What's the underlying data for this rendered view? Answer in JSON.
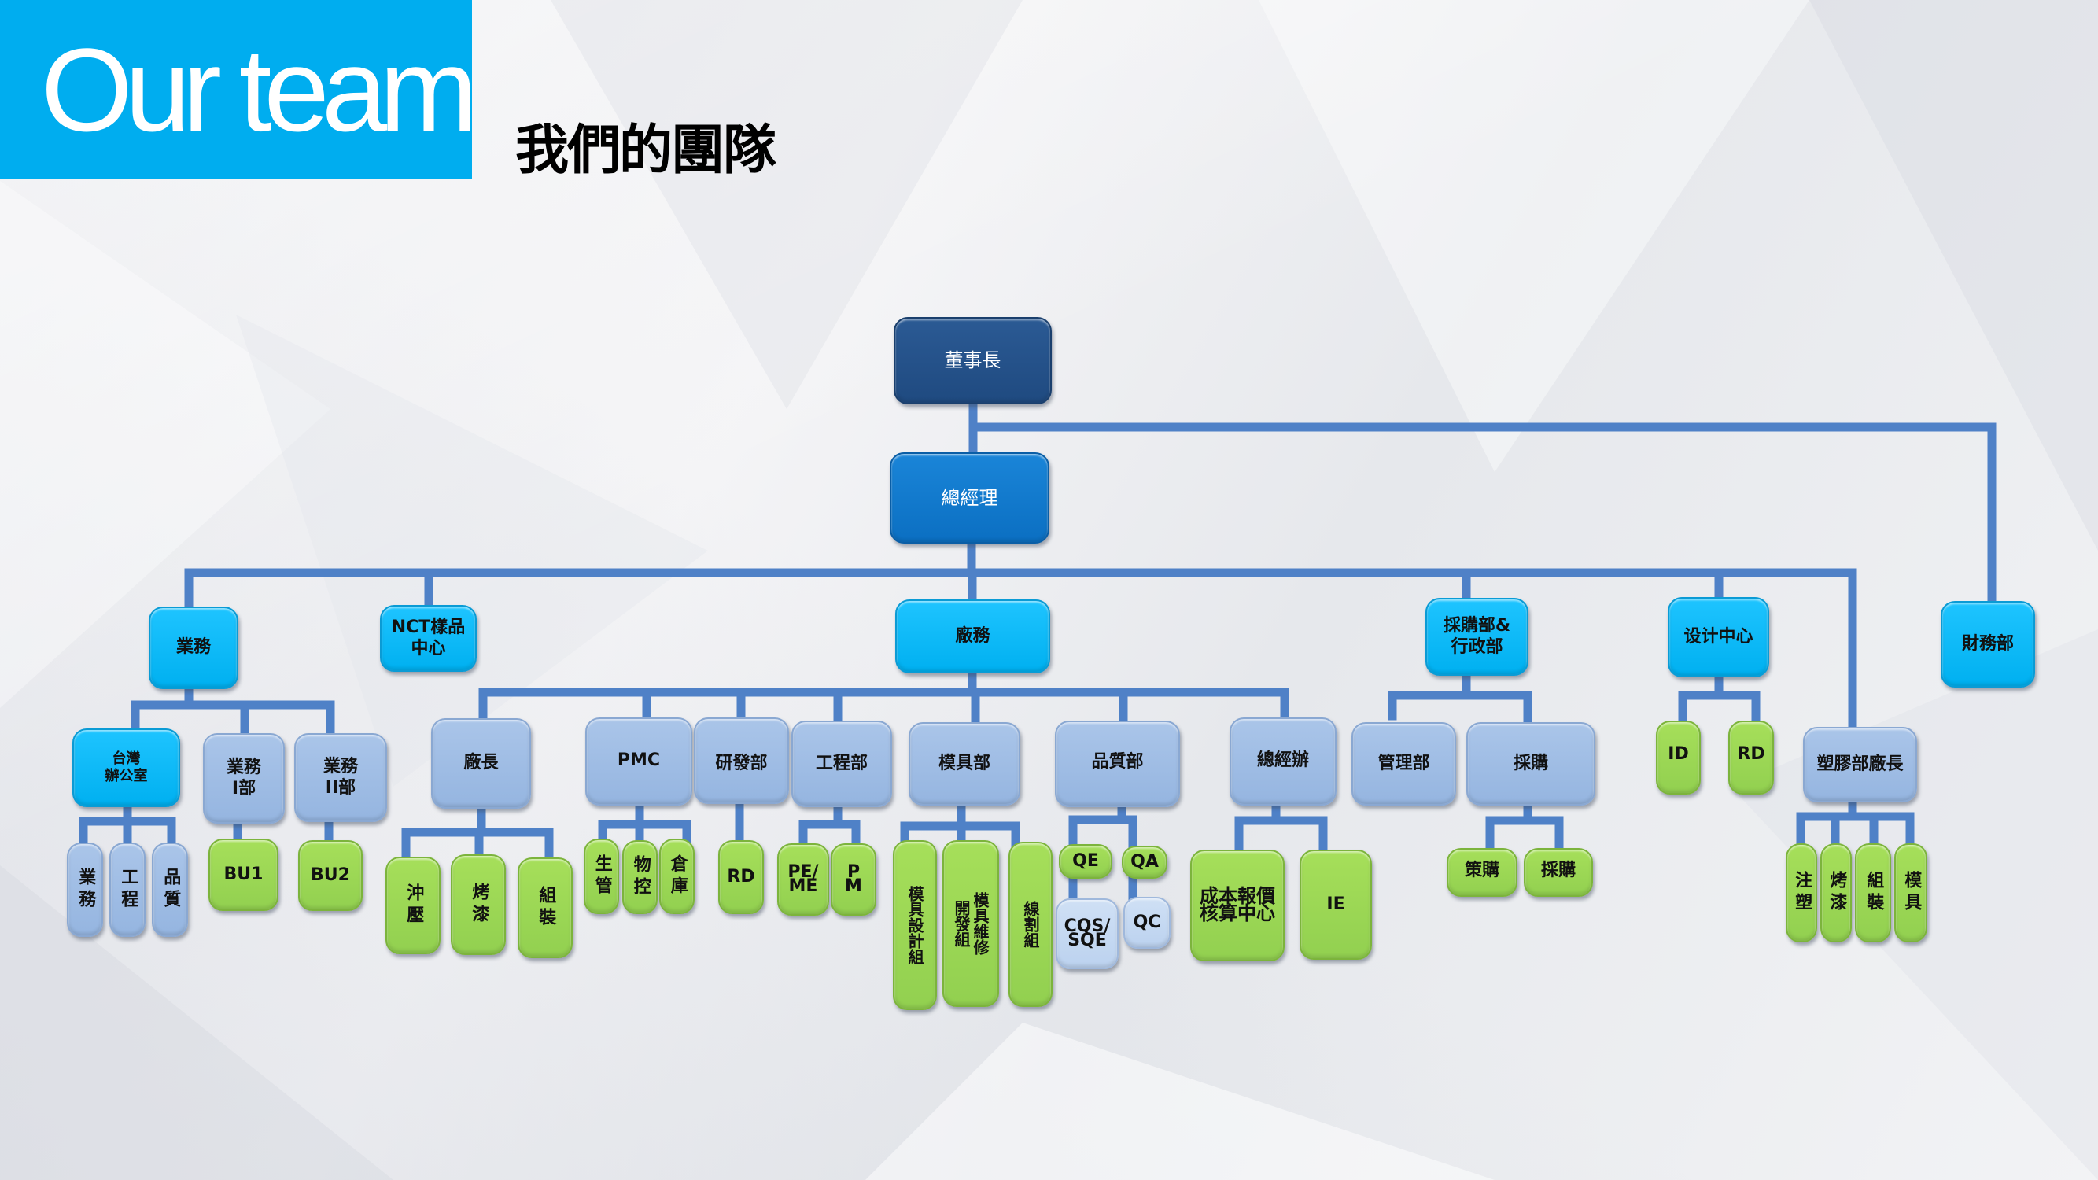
{
  "header": {
    "brand_title": "Our team",
    "subtitle": "我們的團隊",
    "brand_color": "#00adef"
  },
  "colors": {
    "line": "#4f81c7",
    "chairman": "#1f4a80",
    "general_manager": "#0b6fc2",
    "division": "#00b0f0",
    "department": "#95b5e0",
    "sub_department": "#bcd2ef",
    "team": "#92d050"
  },
  "org": {
    "chairman": "董事長",
    "general_manager": "總經理",
    "finance": "財務部",
    "sales": {
      "label": "業務",
      "taiwan_office": "台灣\n辦公室",
      "taiwan_teams": [
        "業務",
        "工程",
        "品質"
      ],
      "sales1": "業務\nI部",
      "sales1_unit": "BU1",
      "sales2": "業務\nII部",
      "sales2_unit": "BU2"
    },
    "nct": "NCT樣品\n中心",
    "factory": {
      "label": "廠務",
      "plant_manager": {
        "label": "廠長",
        "teams": [
          "沖壓",
          "烤漆",
          "組裝"
        ]
      },
      "pmc": {
        "label": "PMC",
        "teams": [
          "生管",
          "物控",
          "倉庫"
        ]
      },
      "rnd": {
        "label": "研發部",
        "teams": [
          "RD"
        ]
      },
      "engineering": {
        "label": "工程部",
        "teams": [
          "PE/\nME",
          "P\nM"
        ]
      },
      "mold": {
        "label": "模具部",
        "teams": [
          "模具設計組",
          "模具維修\n開發組",
          "線割組"
        ]
      },
      "quality": {
        "label": "品質部",
        "teams": [
          {
            "label": "QE",
            "sub": "CQS/\nSQE"
          },
          {
            "label": "QA",
            "sub": "QC"
          }
        ]
      },
      "gm_office": {
        "label": "總經辦",
        "teams": [
          "成本報價\n核算中心",
          "IE"
        ]
      }
    },
    "purchasing_admin": {
      "label": "採購部&\n行政部",
      "management": "管理部",
      "purchasing": {
        "label": "採購",
        "teams": [
          "策購",
          "採購"
        ]
      }
    },
    "design_center": {
      "label": "设计中心",
      "teams": [
        "ID",
        "RD"
      ]
    },
    "plastics": {
      "label": "塑膠部廠長",
      "teams": [
        "注塑",
        "烤漆",
        "組裝",
        "模具"
      ]
    }
  }
}
